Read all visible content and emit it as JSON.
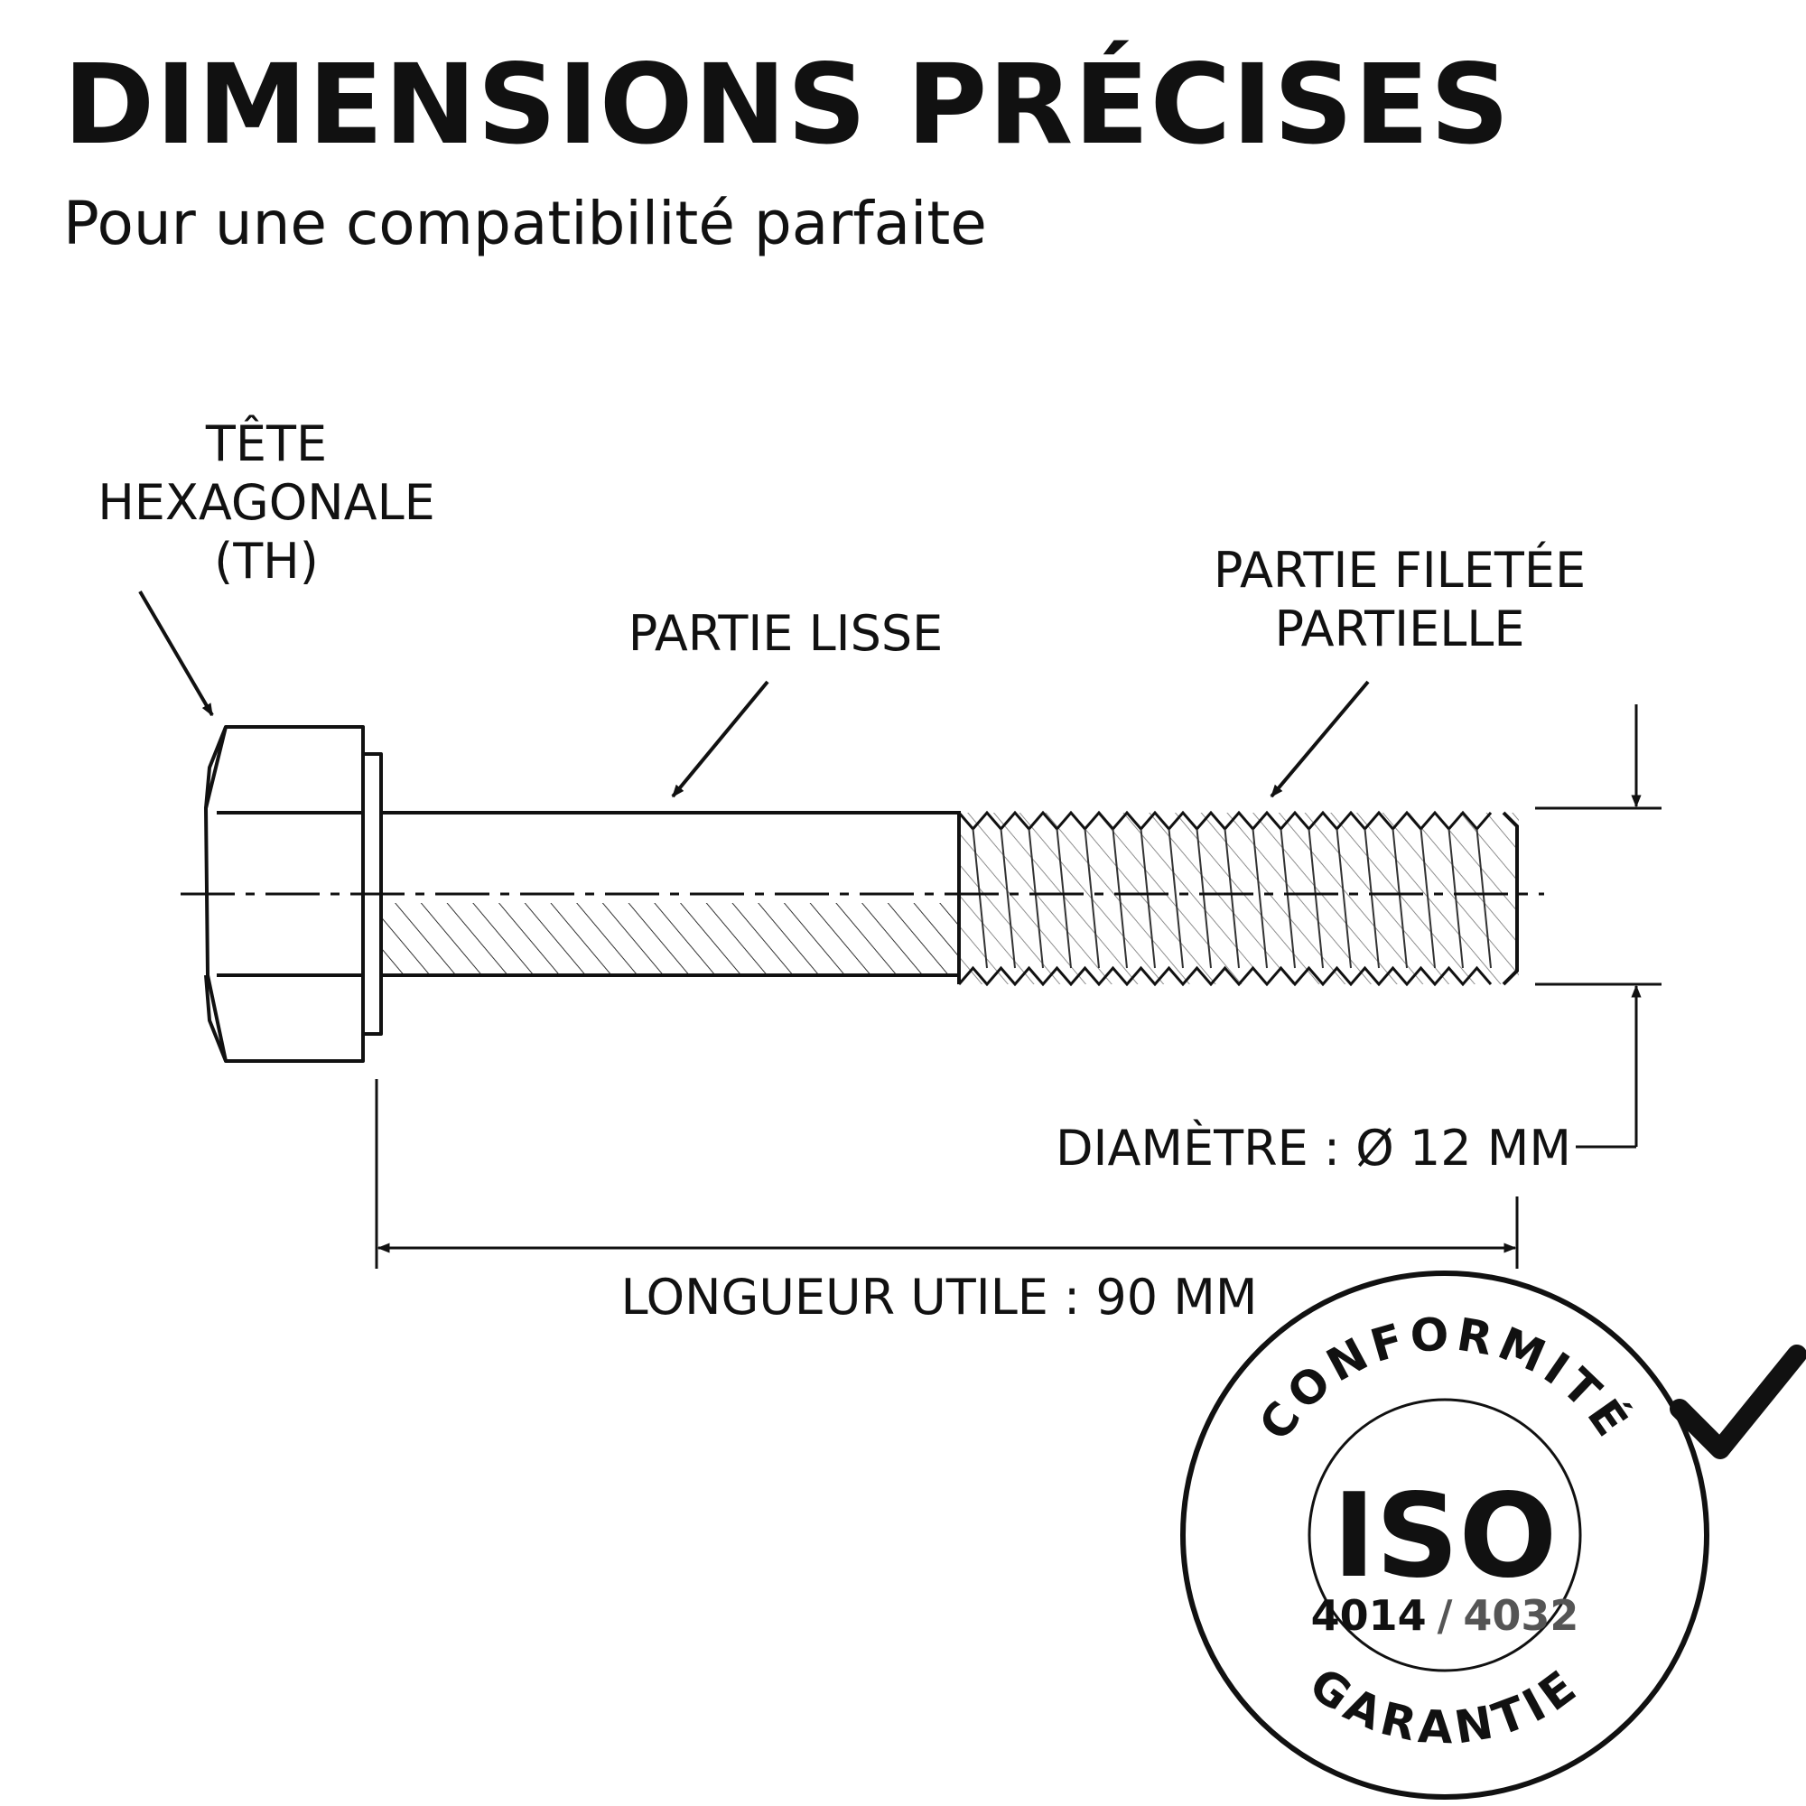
{
  "header": {
    "title": "DIMENSIONS PRÉCISES",
    "subtitle": "Pour une compatibilité parfaite"
  },
  "labels": {
    "head": [
      "TÊTE",
      "HEXAGONALE",
      "(TH)"
    ],
    "smooth": "PARTIE LISSE",
    "thread": [
      "PARTIE FILETÉE",
      "PARTIELLE"
    ],
    "diameter": "DIAMÈTRE : Ø 12 MM",
    "length": "LONGUEUR UTILE : 90 MM"
  },
  "seal": {
    "top_text": "CONFORMITÉ",
    "main_text": "ISO",
    "standard_a": "4014",
    "separator": "/",
    "standard_b": "4032",
    "bottom_text": "GARANTIE"
  },
  "colors": {
    "ink": "#111111",
    "muted": "#555555",
    "background": "#ffffff"
  }
}
